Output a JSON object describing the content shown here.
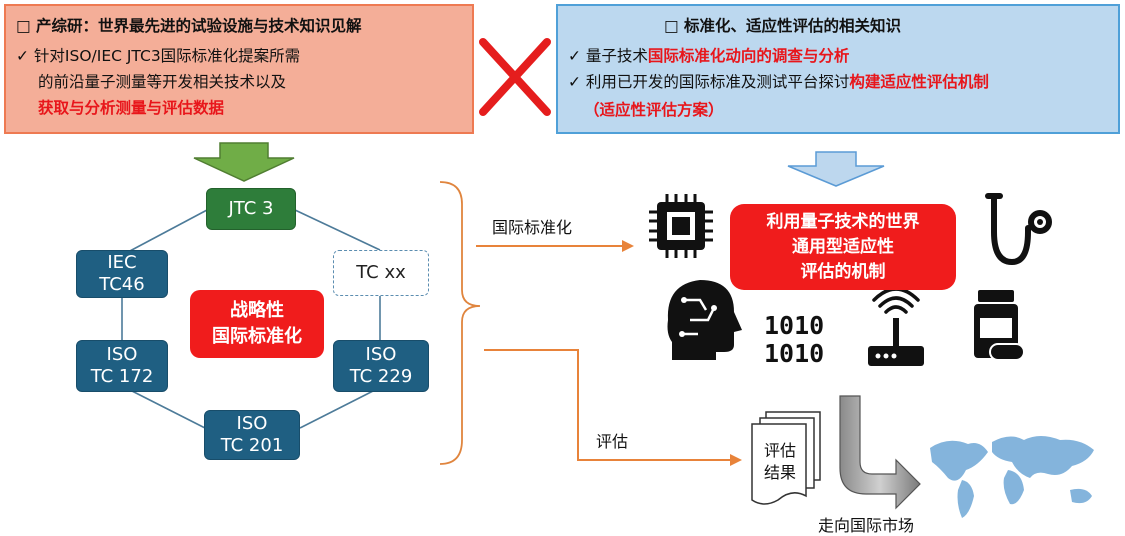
{
  "left_box": {
    "title": "□ 产综研：世界最先进的试验设施与技术知识见解",
    "line1": "✓ 针对ISO/IEC JTC3国际标准化提案所需",
    "line2": "的前沿量子测量等开发相关技术以及",
    "line3_red": "获取与分析测量与评估数据"
  },
  "right_box": {
    "title": "□ 标准化、适应性评估的相关知识",
    "line1_prefix": "✓ 量子技术",
    "line1_red": "国际标准化动向的调查与分析",
    "line2_prefix": "✓ 利用已开发的国际标准及测试平台探讨",
    "line2_red": "构建适应性评估机制",
    "line3_red": "（适应性评估方案）"
  },
  "nodes": {
    "jtc3": "JTC 3",
    "iec_1": "IEC",
    "iec_2": "TC46",
    "tcxx": "TC xx",
    "iso172_1": "ISO",
    "iso172_2": "TC 172",
    "iso229_1": "ISO",
    "iso229_2": "TC 229",
    "iso201_1": "ISO",
    "iso201_2": "TC 201"
  },
  "center_label_1": "战略性",
  "center_label_2": "国际标准化",
  "arrow_label_standardization": "国际标准化",
  "arrow_label_evaluation": "评估",
  "mechanism_1": "利用量子技术的世界",
  "mechanism_2": "通用型适应性",
  "mechanism_3": "评估的机制",
  "result_1": "评估",
  "result_2": "结果",
  "market_label": "走向国际市场",
  "binary_1": "1010",
  "binary_2": "1010",
  "colors": {
    "red": "#e8161b",
    "node_blue": "#1f5f82",
    "node_green": "#2e7d3a"
  }
}
